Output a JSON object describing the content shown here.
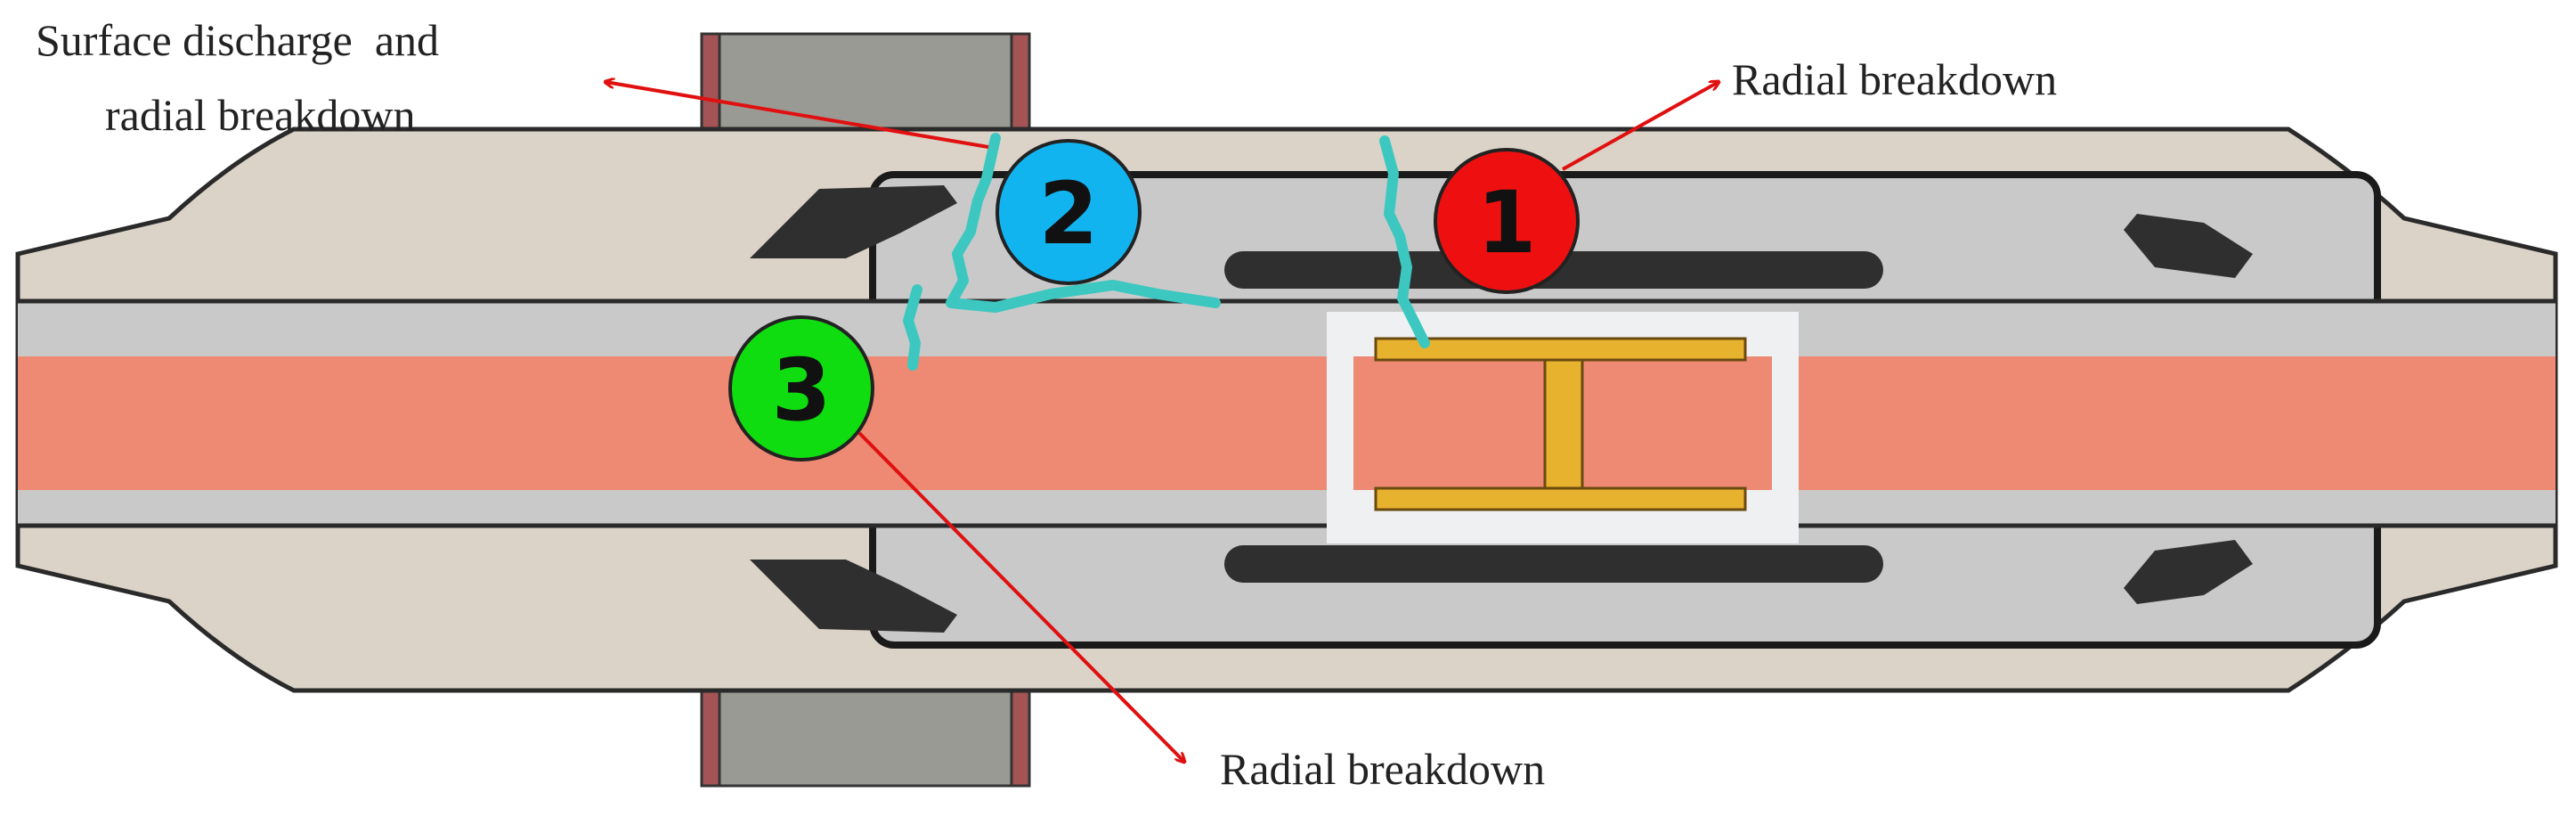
{
  "annotations": {
    "surface_discharge_line1": "Surface discharge  and",
    "surface_discharge_line2": "radial breakdown",
    "radial_breakdown_top": "Radial breakdown",
    "radial_breakdown_bottom": "Radial breakdown"
  },
  "markers": [
    {
      "number": "1",
      "color": "#ee1010"
    },
    {
      "number": "2",
      "color": "#12b4f0"
    },
    {
      "number": "3",
      "color": "#10dd10"
    }
  ],
  "colors": {
    "outer_insulation": "#dbd3c7",
    "semi_conductive": "#2f2f2f",
    "insulation_layer": "#c9c9c9",
    "conductor": "#ee8a73",
    "connector": "#e7b22e",
    "connector_sleeve": "#eef0f2",
    "flange": "#9a9a94",
    "flange_border": "#a45454",
    "discharge": "#3cc8c0",
    "arrow": "#e01010"
  }
}
